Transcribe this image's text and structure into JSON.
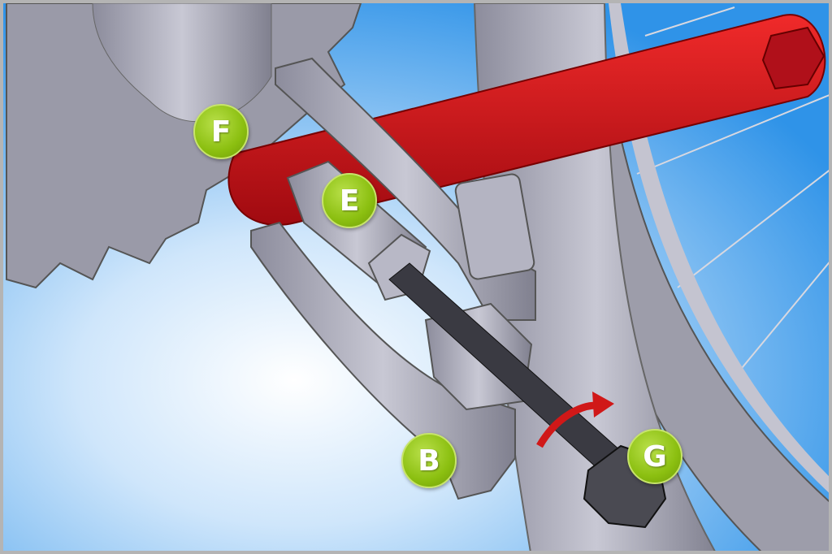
{
  "callouts": {
    "f": "F",
    "e": "E",
    "b": "B",
    "g": "G"
  },
  "colors": {
    "crank": "#d0121a",
    "label": "#8bbf10",
    "background": "#3d9be9",
    "metal": "#a6a6b4"
  }
}
